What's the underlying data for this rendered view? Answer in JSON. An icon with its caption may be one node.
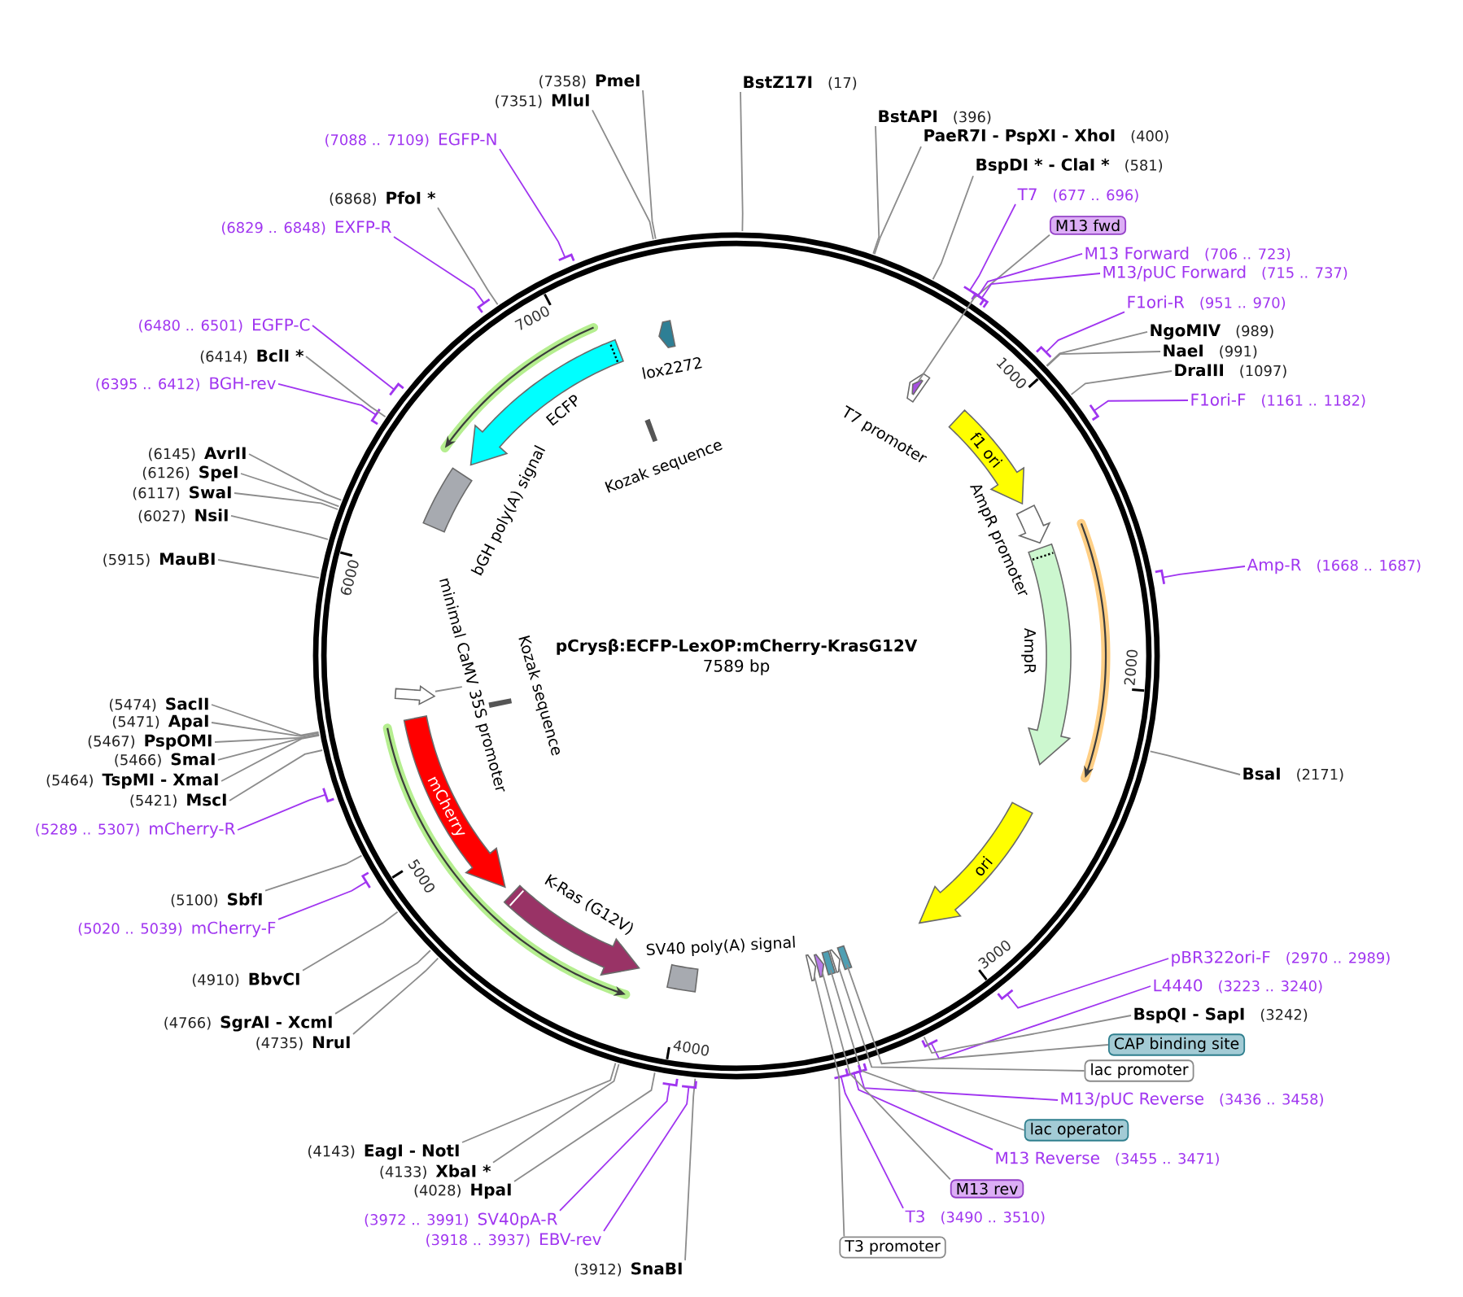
{
  "diagram": {
    "title": "pCrysβ:ECFP-LexOP:mCherry-KrasG12V",
    "nodes": [
      {
        "text": [
          "BstZ17I",
          "(17)"
        ]
      },
      {
        "text": [
          "BstAPI",
          "(396)"
        ]
      },
      {
        "text": [
          "PaeR7I - PspXI - XhoI",
          "(400)"
        ]
      },
      {
        "text": [
          "BspDI * - ClaI *",
          "(581)"
        ]
      },
      {
        "text": [
          "T7",
          "(677 .. 696)"
        ]
      },
      {
        "text": [
          "M13 fwd"
        ]
      },
      {
        "text": [
          "M13 Forward",
          "(706 .. 723)"
        ]
      },
      {
        "text": [
          "M13/pUC Forward",
          "(715 .. 737)"
        ]
      },
      {
        "text": [
          "F1ori-R",
          "(951 .. 970)"
        ]
      },
      {
        "text": [
          "NgoMIV",
          "(989)"
        ]
      },
      {
        "text": [
          "NaeI",
          "(991)"
        ]
      },
      {
        "text": [
          "DraIII",
          "(1097)"
        ]
      },
      {
        "text": [
          "F1ori-F",
          "(1161 .. 1182)"
        ]
      },
      {
        "text": [
          "Amp-R",
          "(1668 .. 1687)"
        ]
      },
      {
        "text": [
          "BsaI",
          "(2171)"
        ]
      },
      {
        "text": [
          "pBR322ori-F",
          "(2970 .. 2989)"
        ]
      },
      {
        "text": [
          "L4440",
          "(3223 .. 3240)"
        ]
      },
      {
        "text": [
          "BspQI - SapI",
          "(3242)"
        ]
      },
      {
        "text": [
          "CAP binding site"
        ]
      },
      {
        "text": [
          "lac promoter"
        ]
      },
      {
        "text": [
          "M13/pUC Reverse",
          "(3436 .. 3458)"
        ]
      },
      {
        "text": [
          "lac operator"
        ]
      },
      {
        "text": [
          "M13 Reverse",
          "(3455 .. 3471)"
        ]
      },
      {
        "text": [
          "M13 rev"
        ]
      },
      {
        "text": [
          "T3",
          "(3490 .. 3510)"
        ]
      },
      {
        "text": [
          "T3 promoter"
        ]
      },
      {
        "text": [
          "(3912)",
          "SnaBI"
        ]
      },
      {
        "text": [
          "(3918 .. 3937)",
          "EBV-rev"
        ]
      },
      {
        "text": [
          "(3972 .. 3991)",
          "SV40pA-R"
        ]
      },
      {
        "text": [
          "(4028)",
          "HpaI"
        ]
      },
      {
        "text": [
          "(4133)",
          "XbaI *"
        ]
      },
      {
        "text": [
          "(4143)",
          "EagI - NotI"
        ]
      },
      {
        "text": [
          "(4735)",
          "NruI"
        ]
      },
      {
        "text": [
          "(4766)",
          "SgrAI - XcmI"
        ]
      },
      {
        "text": [
          "(4910)",
          "BbvCI"
        ]
      },
      {
        "text": [
          "(5020 .. 5039)",
          "mCherry-F"
        ]
      },
      {
        "text": [
          "(5100)",
          "SbfI"
        ]
      },
      {
        "text": [
          "(5289 .. 5307)",
          "mCherry-R"
        ]
      },
      {
        "text": [
          "(5421)",
          "MscI"
        ]
      },
      {
        "text": [
          "(5464)",
          "TspMI - XmaI"
        ]
      },
      {
        "text": [
          "(5466)",
          "SmaI"
        ]
      },
      {
        "text": [
          "(5467)",
          "PspOMI"
        ]
      },
      {
        "text": [
          "(5471)",
          "ApaI"
        ]
      },
      {
        "text": [
          "(5474)",
          "SacII"
        ]
      },
      {
        "text": [
          "(5915)",
          "MauBI"
        ]
      },
      {
        "text": [
          "(6027)",
          "NsiI"
        ]
      },
      {
        "text": [
          "(6117)",
          "SwaI"
        ]
      },
      {
        "text": [
          "(6126)",
          "SpeI"
        ]
      },
      {
        "text": [
          "(6145)",
          "AvrII"
        ]
      },
      {
        "text": [
          "(6395 .. 6412)",
          "BGH-rev"
        ]
      },
      {
        "text": [
          "(6414)",
          "BclI *"
        ]
      },
      {
        "text": [
          "(6480 .. 6501)",
          "EGFP-C"
        ]
      },
      {
        "text": [
          "(6829 .. 6848)",
          "EXFP-R"
        ]
      },
      {
        "text": [
          "(6868)",
          "PfoI *"
        ]
      },
      {
        "text": [
          "(7088 .. 7109)",
          "EGFP-N"
        ]
      },
      {
        "text": [
          "(7351)",
          "MluI"
        ]
      },
      {
        "text": [
          "(7358)",
          "PmeI"
        ]
      },
      {
        "text": [],
        "shape": "arrow",
        "beside": [
          "lox2272"
        ]
      },
      {
        "text": [],
        "shape": "arrow",
        "beside": [
          "ECFP"
        ]
      },
      {
        "text": [],
        "shape": "bar",
        "beside": [
          "Kozak sequence"
        ]
      },
      {
        "text": [],
        "shape": "box",
        "beside": [
          "bGH poly(A) signal"
        ]
      },
      {
        "text": [],
        "shape": "arrow"
      },
      {
        "text": [
          "minimal CaMV 35S promoter"
        ]
      },
      {
        "text": [],
        "shape": "bar",
        "beside": [
          "Kozak sequence"
        ]
      },
      {
        "text": [
          "mCherry"
        ]
      },
      {
        "text": [],
        "shape": "arrow",
        "beside": [
          "K-Ras (G12V)"
        ]
      },
      {
        "text": [],
        "shape": "box",
        "beside": [
          "SV40 poly(A) signal"
        ]
      },
      {
        "text": [],
        "shape": "arrow"
      },
      {
        "text": [],
        "shape": "arrow"
      },
      {
        "text": [],
        "shape": "box"
      },
      {
        "text": [],
        "shape": "arrow"
      },
      {
        "text": [],
        "shape": "box"
      },
      {
        "text": [
          "ori"
        ]
      },
      {
        "text": [],
        "shape": "arrow",
        "beside": [
          "AmpR"
        ]
      },
      {
        "text": [],
        "shape": "arrow",
        "beside": [
          "AmpR promoter"
        ]
      },
      {
        "text": [
          "f1 ori"
        ]
      },
      {
        "text": [],
        "shape": "arrow",
        "beside": [
          "T7 promoter"
        ]
      },
      {
        "text": [],
        "shape": "arrow",
        "in": 76
      }
    ],
    "edges": [
      {
        "from": 0,
        "to": null,
        "arrow": "none"
      },
      {
        "from": 1,
        "to": null,
        "arrow": "none"
      },
      {
        "from": 2,
        "to": null,
        "arrow": "none"
      },
      {
        "from": 3,
        "to": null,
        "arrow": "none"
      },
      {
        "from": 4,
        "to": null,
        "arrow": "none",
        "color": "#a035f0"
      },
      {
        "from": 5,
        "to": 77,
        "arrow": "none"
      },
      {
        "from": 6,
        "to": null,
        "arrow": "none",
        "color": "#a035f0"
      },
      {
        "from": 7,
        "to": null,
        "arrow": "none",
        "color": "#a035f0"
      },
      {
        "from": 8,
        "to": null,
        "arrow": "none",
        "color": "#a035f0"
      },
      {
        "from": 9,
        "to": null,
        "arrow": "none"
      },
      {
        "from": 10,
        "to": null,
        "arrow": "none"
      },
      {
        "from": 11,
        "to": null,
        "arrow": "none"
      },
      {
        "from": 12,
        "to": null,
        "arrow": "none",
        "color": "#a035f0"
      },
      {
        "from": 13,
        "to": null,
        "arrow": "none",
        "color": "#a035f0"
      },
      {
        "from": 14,
        "to": null,
        "arrow": "none"
      },
      {
        "from": 15,
        "to": null,
        "arrow": "none",
        "color": "#a035f0"
      },
      {
        "from": 16,
        "to": null,
        "arrow": "none",
        "color": "#a035f0"
      },
      {
        "from": 17,
        "to": null,
        "arrow": "none"
      },
      {
        "from": 18,
        "to": 71,
        "arrow": "none"
      },
      {
        "from": 19,
        "to": 70,
        "arrow": "none"
      },
      {
        "from": 20,
        "to": null,
        "arrow": "none",
        "color": "#a035f0"
      },
      {
        "from": 21,
        "to": 69,
        "arrow": "none"
      },
      {
        "from": 22,
        "to": null,
        "arrow": "none",
        "color": "#a035f0"
      },
      {
        "from": 23,
        "to": 68,
        "arrow": "none"
      },
      {
        "from": 24,
        "to": null,
        "arrow": "none",
        "color": "#a035f0"
      },
      {
        "from": 25,
        "to": 67,
        "arrow": "none"
      },
      {
        "from": 26,
        "to": null,
        "arrow": "none"
      },
      {
        "from": 27,
        "to": null,
        "arrow": "none",
        "color": "#a035f0"
      },
      {
        "from": 28,
        "to": null,
        "arrow": "none",
        "color": "#a035f0"
      },
      {
        "from": 29,
        "to": null,
        "arrow": "none"
      },
      {
        "from": 30,
        "to": null,
        "arrow": "none"
      },
      {
        "from": 31,
        "to": null,
        "arrow": "none"
      },
      {
        "from": 32,
        "to": null,
        "arrow": "none"
      },
      {
        "from": 33,
        "to": null,
        "arrow": "none"
      },
      {
        "from": 34,
        "to": null,
        "arrow": "none"
      },
      {
        "from": 35,
        "to": null,
        "arrow": "none",
        "color": "#a035f0"
      },
      {
        "from": 36,
        "to": null,
        "arrow": "none"
      },
      {
        "from": 37,
        "to": null,
        "arrow": "none",
        "color": "#a035f0"
      },
      {
        "from": 38,
        "to": null,
        "arrow": "none"
      },
      {
        "from": 39,
        "to": null,
        "arrow": "none"
      },
      {
        "from": 40,
        "to": null,
        "arrow": "none"
      },
      {
        "from": 41,
        "to": null,
        "arrow": "none"
      },
      {
        "from": 42,
        "to": null,
        "arrow": "none"
      },
      {
        "from": 43,
        "to": null,
        "arrow": "none"
      },
      {
        "from": 44,
        "to": null,
        "arrow": "none"
      },
      {
        "from": 45,
        "to": null,
        "arrow": "none"
      },
      {
        "from": 46,
        "to": null,
        "arrow": "none"
      },
      {
        "from": 47,
        "to": null,
        "arrow": "none"
      },
      {
        "from": 48,
        "to": null,
        "arrow": "none"
      },
      {
        "from": 49,
        "to": null,
        "arrow": "none",
        "color": "#a035f0"
      },
      {
        "from": 50,
        "to": null,
        "arrow": "none"
      },
      {
        "from": 51,
        "to": null,
        "arrow": "none",
        "color": "#a035f0"
      },
      {
        "from": 52,
        "to": null,
        "arrow": "none",
        "color": "#a035f0"
      },
      {
        "from": 53,
        "to": null,
        "arrow": "none"
      },
      {
        "from": 54,
        "to": null,
        "arrow": "none",
        "color": "#a035f0"
      },
      {
        "from": 55,
        "to": null,
        "arrow": "none"
      },
      {
        "from": 56,
        "to": null,
        "arrow": "none"
      },
      {
        "from": 62,
        "to": 61,
        "arrow": "none"
      }
    ],
    "labels": [
      "7589 bp",
      "1000",
      "2000",
      "3000",
      "4000",
      "5000",
      "6000",
      "7000"
    ]
  }
}
